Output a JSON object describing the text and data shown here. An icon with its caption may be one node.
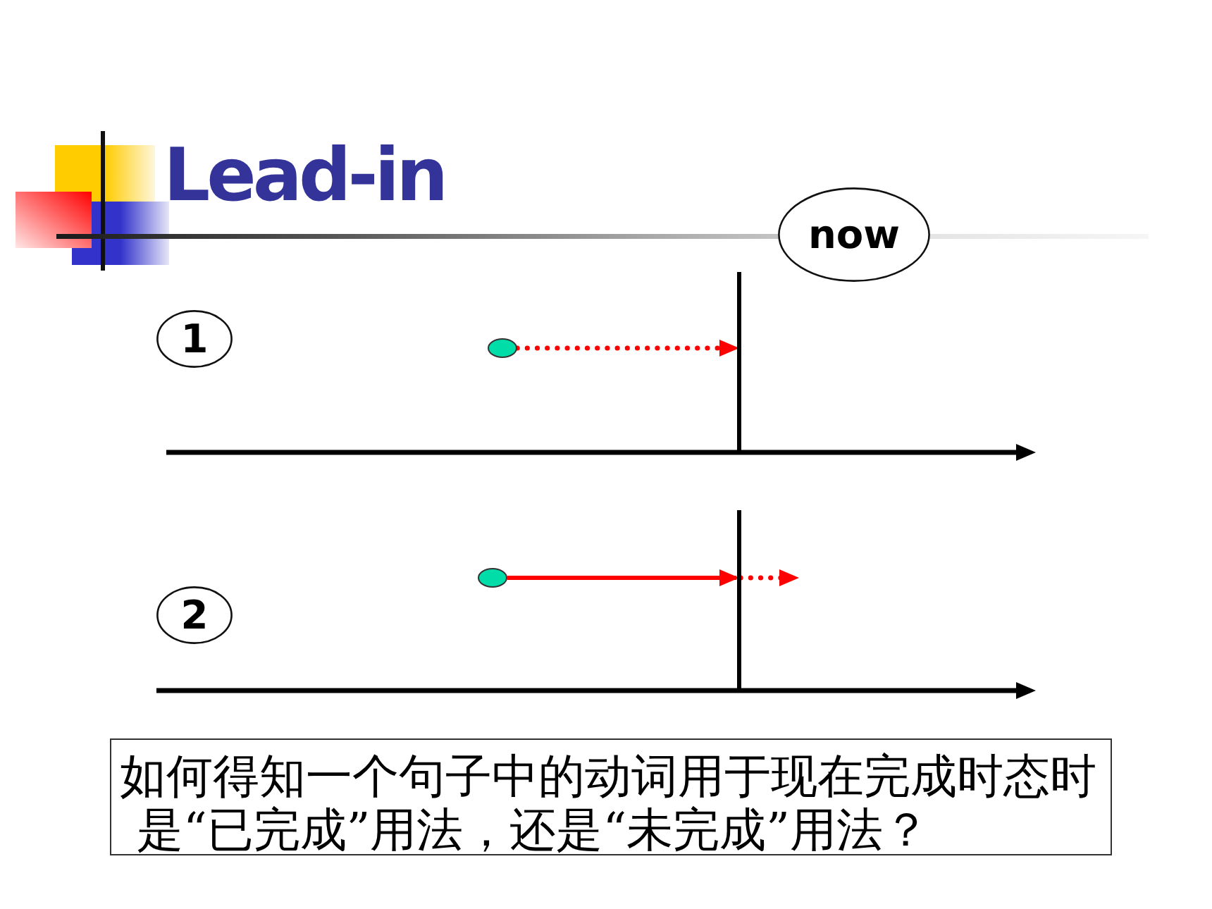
{
  "diagram": {
    "title": "Lead-in",
    "nodes": [
      {
        "text": [
          "now"
        ]
      },
      {
        "text": [
          "1"
        ]
      },
      {
        "text": [],
        "shape": "circle"
      },
      {
        "text": [],
        "shape": "line"
      },
      {
        "text": [
          "2"
        ]
      },
      {
        "text": [],
        "shape": "circle"
      },
      {
        "text": [],
        "shape": "line"
      },
      {
        "text": [
          "如何得知一个句子中的动词用于现在完成时态时是“已完成”用法，还是“未完成”用法？"
        ]
      }
    ],
    "edges": [
      {
        "from": 2,
        "to": 3,
        "arrow": "to",
        "style": "dashed"
      },
      {
        "from": 5,
        "to": 6,
        "arrow": "to"
      },
      {
        "from": 6,
        "to": null,
        "arrow": "to",
        "style": "dashed"
      }
    ]
  }
}
